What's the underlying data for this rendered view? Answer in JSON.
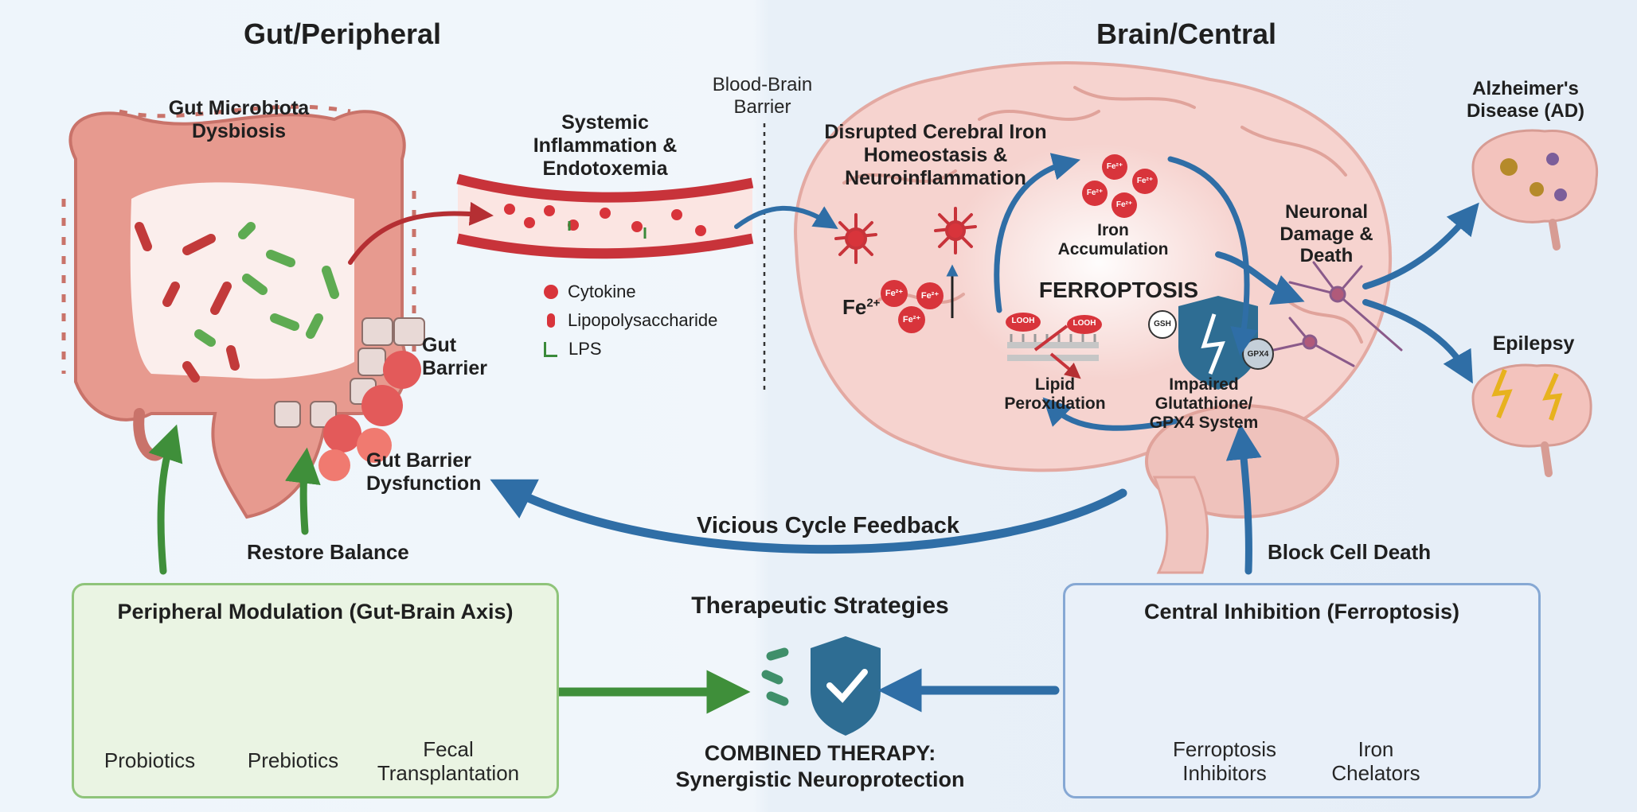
{
  "sections": {
    "left": "Gut/Peripheral",
    "right": "Brain/Central"
  },
  "labels": {
    "dysbiosis": "Gut Microbiota Dysbiosis",
    "inflammation": "Systemic Inflammation & Endotoxemia",
    "bbb": "Blood-Brain Barrier",
    "iron_homeostasis": "Disrupted Cerebral Iron Homeostasis & Neuroinflammation",
    "fe_ion": "Fe",
    "fe_charge": "2+",
    "fe_marker": "Fe²⁺",
    "iron_accumulation": "Iron Accumulation",
    "ferroptosis": "FERROPTOSIS",
    "lipid_peroxidation": "Lipid Peroxidation",
    "looh": "LOOH",
    "gsh": "GSH",
    "gpx4": "GPX4",
    "gpx4_system": "Impaired Glutathione/ GPX4 System",
    "neuronal_damage": "Neuronal Damage & Death",
    "ad": "Alzheimer's Disease (AD)",
    "epilepsy": "Epilepsy",
    "gut_barrier": "Gut Barrier",
    "barrier_dysfunction": "Gut Barrier Dysfunction",
    "vicious_cycle": "Vicious Cycle Feedback",
    "restore_balance": "Restore Balance",
    "block_cell_death": "Block Cell Death"
  },
  "legend": [
    {
      "label": "Cytokine",
      "icon": "cytokine-icon"
    },
    {
      "label": "Lipopolysaccharide",
      "icon": "lipopolysaccharide-icon"
    },
    {
      "label": "LPS",
      "icon": "lps-icon"
    }
  ],
  "therapy": {
    "title": "Therapeutic Strategies",
    "combined_line1": "COMBINED THERAPY:",
    "combined_line2": "Synergistic Neuroprotection",
    "peripheral_title": "Peripheral Modulation (Gut-Brain Axis)",
    "peripheral_items": [
      "Probiotics",
      "Prebiotics",
      "Fecal Transplantation"
    ],
    "central_title": "Central Inhibition (Ferroptosis)",
    "central_items": [
      "Ferroptosis Inhibitors",
      "Iron Chelators"
    ]
  },
  "colors": {
    "gut": "#e79a8f",
    "vessel": "#c8333a",
    "green_arrow": "#3f8f3a",
    "blue_arrow": "#2f6ea6",
    "iron": "#d8343b"
  }
}
